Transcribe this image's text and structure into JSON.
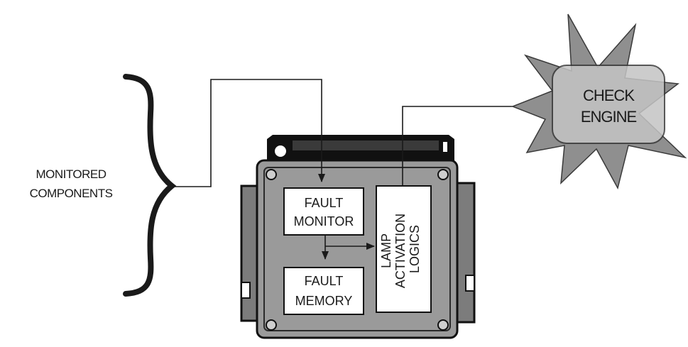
{
  "monitored_components": {
    "line1": "MONITORED",
    "line2": "COMPONENTS"
  },
  "fault_monitor": {
    "line1": "FAULT",
    "line2": "MONITOR"
  },
  "fault_memory": {
    "line1": "FAULT",
    "line2": "MEMORY"
  },
  "lamp_activation": {
    "line1": "LAMP",
    "line2": "ACTIVATION",
    "line3": "LOGICS"
  },
  "check_engine": {
    "line1": "CHECK",
    "line2": "ENGINE"
  },
  "colors": {
    "ink": "#1a1a1a",
    "module_body": "#9a9a9a",
    "module_side": "#7c7c7c",
    "starburst": "#8f8f8f",
    "lamp_panel": "#c4c4c4"
  }
}
